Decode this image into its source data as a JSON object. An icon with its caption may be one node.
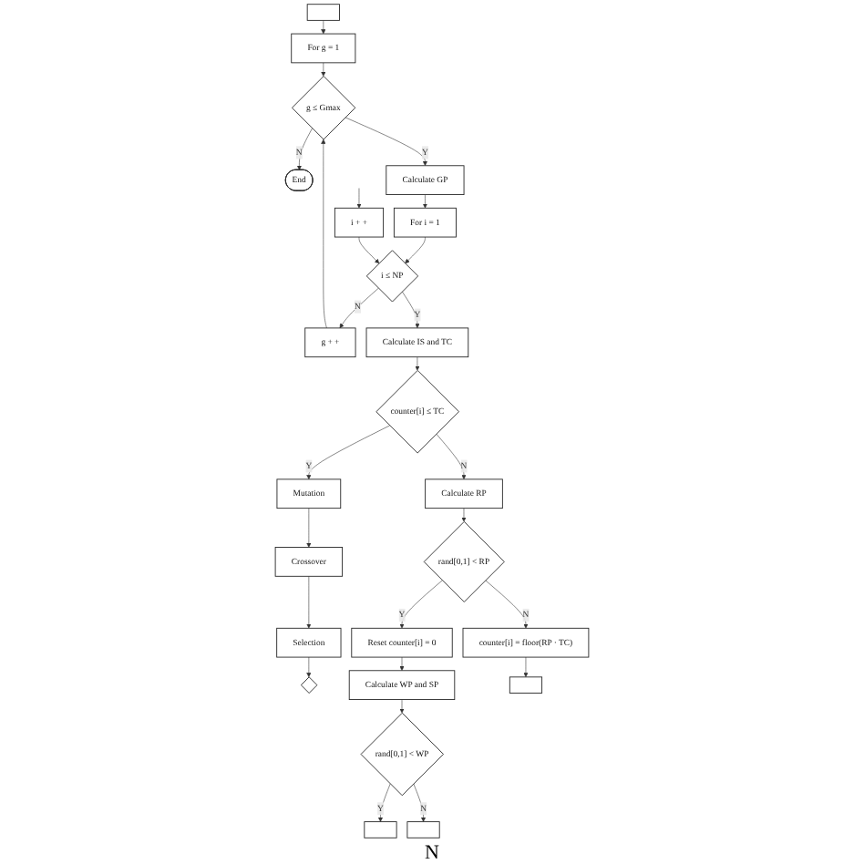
{
  "diagram": {
    "nodes": [
      {
        "text": [],
        "shape": "box"
      },
      {
        "text": [
          "For g = 1"
        ]
      },
      {
        "text": [
          "g ≤ Gmax"
        ]
      },
      {
        "text": [
          "End"
        ]
      },
      {
        "text": [
          "Calculate GP"
        ]
      },
      {
        "text": [
          "For i = 1"
        ]
      },
      {
        "text": [
          "g + +"
        ]
      },
      {
        "text": [
          "i ≤ NP"
        ]
      },
      {
        "text": [
          "Calculate IS and TC"
        ]
      },
      {
        "text": [
          "counter[i] ≤ TC"
        ]
      },
      {
        "text": [
          "Mutation"
        ]
      },
      {
        "text": [
          "Crossover"
        ]
      },
      {
        "text": [
          "Selection"
        ]
      },
      {
        "text": [],
        "shape": "diamond"
      },
      {
        "text": [
          "i + +"
        ]
      },
      {
        "text": [
          "Calculate RP"
        ]
      },
      {
        "text": [
          "rand[0,1] < RP"
        ]
      },
      {
        "text": [
          "Reset counter[i] = 0"
        ]
      },
      {
        "text": [
          "counter[i] = floor(RP · TC)"
        ]
      },
      {
        "text": [
          "Calculate WP and SP"
        ]
      },
      {
        "text": [
          "rand[0,1] < WP"
        ]
      },
      {
        "text": [],
        "shape": "box"
      },
      {
        "text": [],
        "shape": "box"
      },
      {
        "text": [],
        "shape": "box"
      }
    ],
    "edges": [
      {
        "from": 0,
        "to": 1,
        "arrow": "to"
      },
      {
        "from": 1,
        "to": 2,
        "arrow": "to"
      },
      {
        "from": 2,
        "to": 3,
        "label": "N",
        "arrow": "to"
      },
      {
        "from": 2,
        "to": 4,
        "label": "Y",
        "arrow": "to"
      },
      {
        "from": 4,
        "to": 5,
        "arrow": "to"
      },
      {
        "from": 5,
        "to": 7,
        "arrow": "to"
      },
      {
        "from": 7,
        "to": 6,
        "label": "N",
        "arrow": "to"
      },
      {
        "from": 6,
        "to": 2,
        "arrow": "to"
      },
      {
        "from": 7,
        "to": 8,
        "label": "Y",
        "arrow": "to"
      },
      {
        "from": 8,
        "to": 9,
        "arrow": "to"
      },
      {
        "from": 9,
        "to": 15,
        "label": "N",
        "arrow": "to"
      },
      {
        "from": 9,
        "to": 10,
        "label": "Y",
        "arrow": "to"
      },
      {
        "from": 10,
        "to": 11,
        "arrow": "to"
      },
      {
        "from": 11,
        "to": 12,
        "arrow": "to"
      },
      {
        "from": 12,
        "to": 13,
        "arrow": "to"
      },
      {
        "from": 14,
        "to": 7,
        "arrow": "to"
      },
      {
        "from": null,
        "to": 14,
        "arrow": "to"
      },
      {
        "from": 15,
        "to": 16,
        "arrow": "to"
      },
      {
        "from": 16,
        "to": 17,
        "label": "Y",
        "arrow": "to"
      },
      {
        "from": 16,
        "to": 18,
        "label": "N",
        "arrow": "to"
      },
      {
        "from": 17,
        "to": 19,
        "arrow": "to"
      },
      {
        "from": 19,
        "to": 20,
        "arrow": "to"
      },
      {
        "from": 20,
        "to": 21,
        "label": "Y",
        "arrow": "to"
      },
      {
        "from": 20,
        "to": 22,
        "label": "N",
        "arrow": "to"
      },
      {
        "from": 18,
        "to": 23,
        "arrow": "to"
      }
    ],
    "labels": [
      "N"
    ]
  }
}
